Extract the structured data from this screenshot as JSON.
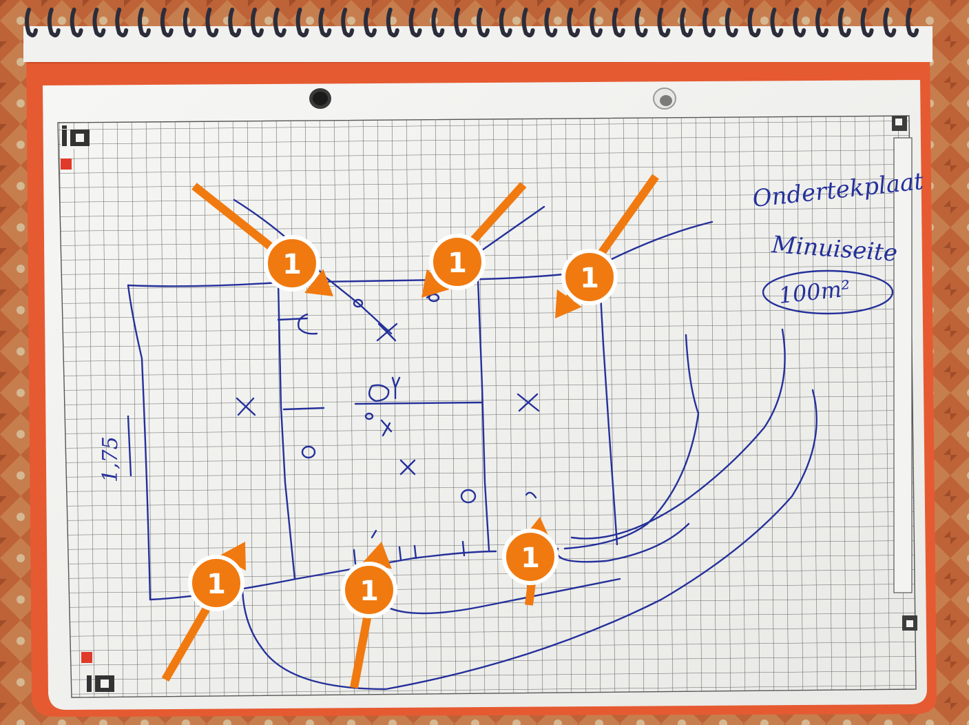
{
  "handwritten_note": {
    "line1": "Ondertekplaat",
    "line2": "Minuiseite",
    "area": "100m²"
  },
  "dimension_note": "1,75",
  "annotation_marker_label": "1",
  "annotation_marker_count": 6,
  "colors": {
    "notebook_cover": "#e8603a",
    "paper": "#f3f3f1",
    "grid_line": "#555555",
    "ink": "#1f2a8a",
    "annotation": "#f07a10",
    "background_fabric": "#d86a3a"
  },
  "icons": [
    "spiral-binding-icon",
    "punch-hole-icon",
    "corner-logo-icon"
  ]
}
